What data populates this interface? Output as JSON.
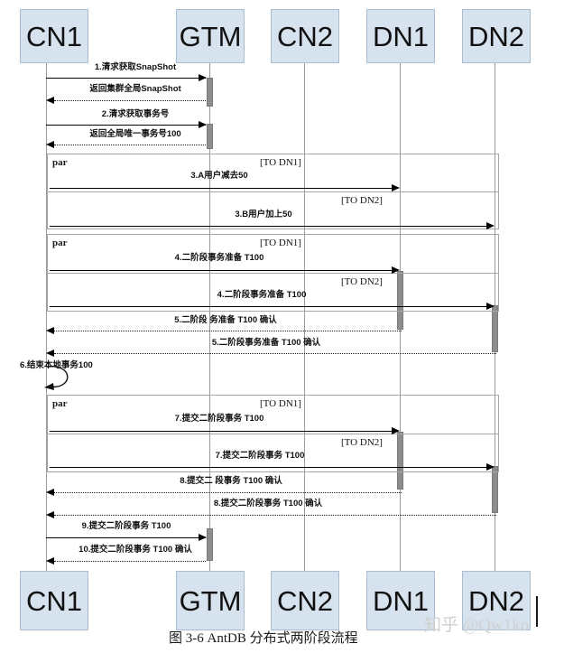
{
  "diagram": {
    "type": "uml-sequence-diagram",
    "caption": "图 3-6   AntDB 分布式两阶段流程",
    "watermark": "知乎 @Qw1ko",
    "colors": {
      "participant_fill": "#d6e3ef",
      "participant_border": "#a8bdd0",
      "lifeline": "#9a9a9a",
      "activation": "#8d8d8d",
      "fragment_border": "#a6a6a6",
      "message": "#000000"
    },
    "participants": [
      {
        "id": "cn1",
        "label": "CN1"
      },
      {
        "id": "gtm",
        "label": "GTM"
      },
      {
        "id": "cn2",
        "label": "CN2"
      },
      {
        "id": "dn1",
        "label": "DN1"
      },
      {
        "id": "dn2",
        "label": "DN2"
      }
    ],
    "messages": [
      {
        "n": 1,
        "label": "1.清求获取SnapShot",
        "from": "cn1",
        "to": "gtm",
        "style": "solid"
      },
      {
        "n": 2,
        "label": "返回集群全局SnapShot",
        "from": "gtm",
        "to": "cn1",
        "style": "dashed"
      },
      {
        "n": 3,
        "label": "2.清求获取事务号",
        "from": "cn1",
        "to": "gtm",
        "style": "solid"
      },
      {
        "n": 4,
        "label": "返回全局唯一事务号100",
        "from": "gtm",
        "to": "cn1",
        "style": "dashed"
      },
      {
        "n": 5,
        "label": "3.A用户减去50",
        "from": "cn1",
        "to": "dn1",
        "style": "solid"
      },
      {
        "n": 6,
        "label": "3.B用户加上50",
        "from": "cn1",
        "to": "dn2",
        "style": "solid"
      },
      {
        "n": 7,
        "label": "4.二阶段事务准备  T100",
        "from": "cn1",
        "to": "dn1",
        "style": "solid"
      },
      {
        "n": 8,
        "label": "4.二阶段事务准备 T100",
        "from": "cn1",
        "to": "dn2",
        "style": "solid"
      },
      {
        "n": 9,
        "label": "5.二阶段  务准备  T100 确认",
        "from": "dn1",
        "to": "cn1",
        "style": "dashed"
      },
      {
        "n": 10,
        "label": "5.二阶段事务准备 T100 确认",
        "from": "dn2",
        "to": "cn1",
        "style": "dashed"
      },
      {
        "n": 11,
        "label": "6.结束本地事务100",
        "from": "cn1",
        "to": "cn1",
        "style": "self"
      },
      {
        "n": 12,
        "label": "7.提交二阶段事务  T100",
        "from": "cn1",
        "to": "dn1",
        "style": "solid"
      },
      {
        "n": 13,
        "label": "7.提交二阶段事务 T100",
        "from": "cn1",
        "to": "dn2",
        "style": "solid"
      },
      {
        "n": 14,
        "label": "8.提交二  段事务  T100 确认",
        "from": "dn1",
        "to": "cn1",
        "style": "dashed"
      },
      {
        "n": 15,
        "label": "8.提交二阶段事务 T100 确认",
        "from": "dn2",
        "to": "cn1",
        "style": "dashed"
      },
      {
        "n": 16,
        "label": "9.提交二阶段事务  T100",
        "from": "cn1",
        "to": "gtm",
        "style": "solid"
      },
      {
        "n": 17,
        "label": "10.提交二阶段事务  T100 确认",
        "from": "gtm",
        "to": "cn1",
        "style": "dashed"
      }
    ],
    "fragments": [
      {
        "id": "par1",
        "label": "par",
        "guards": [
          "[TO DN1]",
          "[TO DN2]"
        ]
      },
      {
        "id": "par2",
        "label": "par",
        "guards": [
          "[TO DN1]",
          "[TO DN2]"
        ]
      },
      {
        "id": "par3",
        "label": "par",
        "guards": [
          "[TO DN1]",
          "[TO DN2]"
        ]
      }
    ]
  }
}
